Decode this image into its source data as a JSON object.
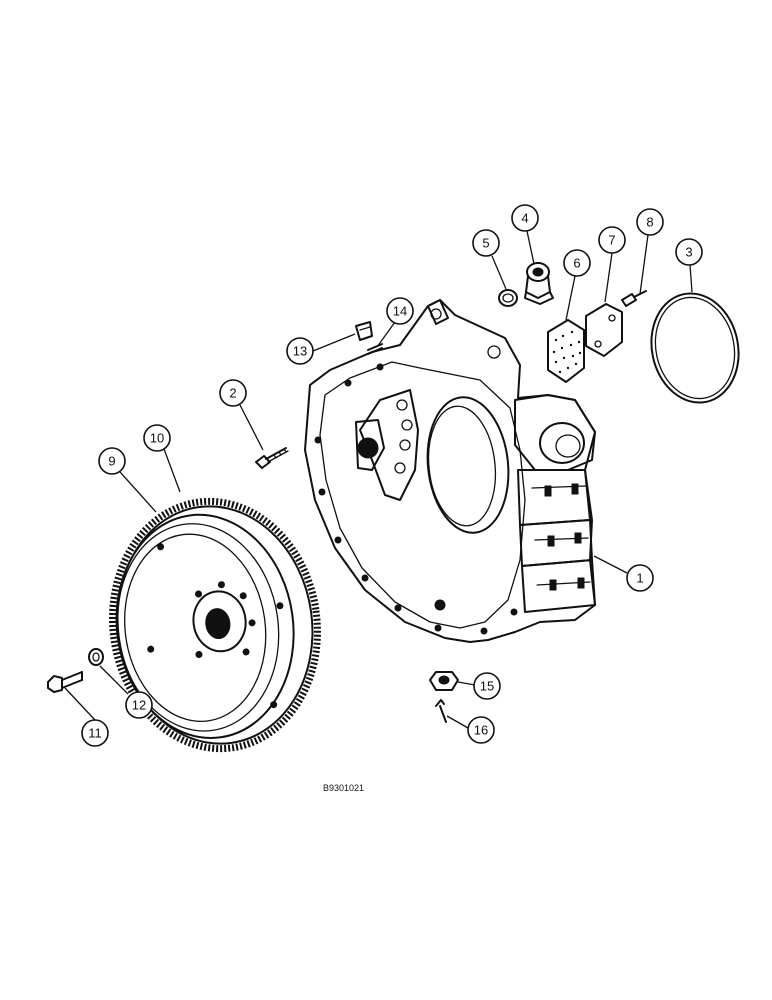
{
  "drawing_code": "B9301021",
  "callouts": [
    "1",
    "2",
    "3",
    "4",
    "5",
    "6",
    "7",
    "8",
    "9",
    "10",
    "11",
    "12",
    "13",
    "14",
    "15",
    "16"
  ],
  "parts": {
    "flywheel_housing": "flywheel-housing",
    "flywheel": "flywheel",
    "ring_gear": "ring-gear",
    "o_ring": "o-ring",
    "seal": "seal",
    "adapter": "adapter"
  },
  "colors": {
    "ink": "#111111",
    "paper": "#ffffff"
  }
}
